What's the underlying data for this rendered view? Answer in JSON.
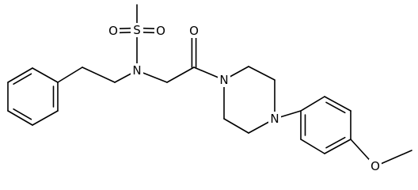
{
  "structure": {
    "atoms": {
      "sulfur": "S",
      "sulfonyl_oxygen_left": "O",
      "sulfonyl_oxygen_right": "O",
      "sulfonamide_nitrogen": "N",
      "carbonyl_oxygen": "O",
      "piperazine_nitrogen_amide": "N",
      "piperazine_nitrogen_aryl": "N",
      "methoxy_oxygen": "O"
    },
    "colors": {
      "bond": "#000000",
      "label": "#000000",
      "background": "#ffffff"
    }
  }
}
